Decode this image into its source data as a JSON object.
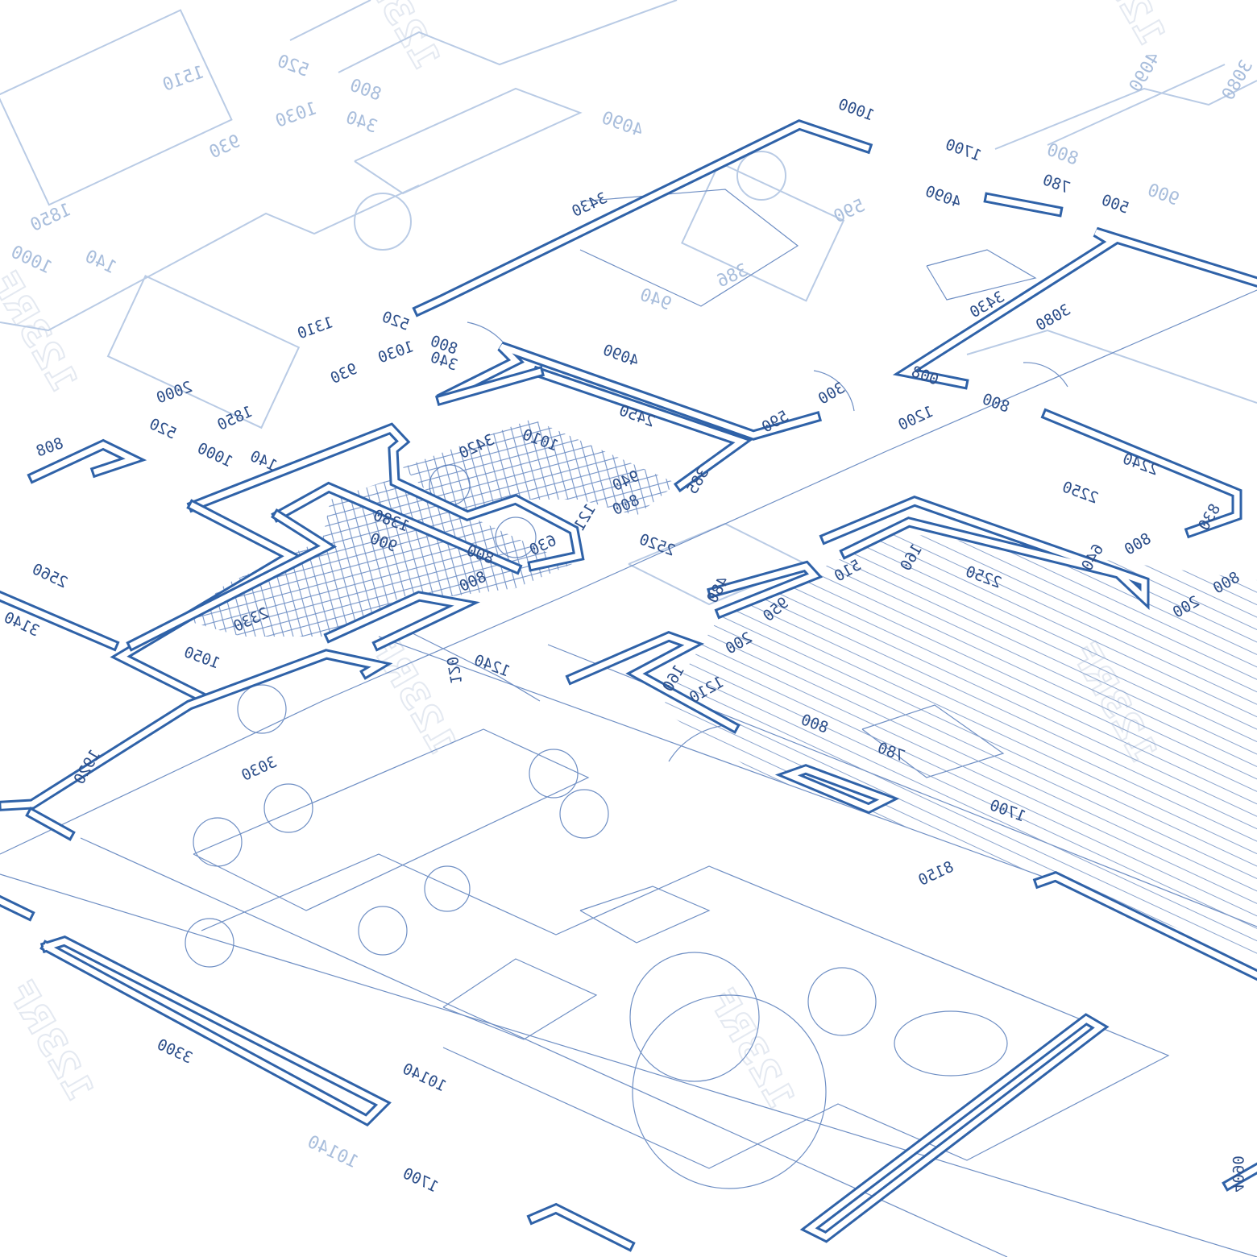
{
  "colors": {
    "background": "#ffffff",
    "walls": "#2f62a8",
    "thin_lines": "#6f8fc4",
    "faded_lines": "#b9cbe5",
    "dimension_text": "#2d4f8a"
  },
  "watermark": "123RF",
  "dimensions": {
    "main": [
      "1000",
      "1700",
      "4090",
      "3430",
      "3430",
      "4090",
      "2450",
      "1010",
      "3420",
      "2250",
      "2250",
      "1380",
      "900",
      "800",
      "630",
      "800",
      "2330",
      "1050",
      "1240",
      "120",
      "1210",
      "800",
      "780",
      "1700",
      "8150",
      "3030",
      "1920",
      "3300",
      "10140",
      "10140",
      "1700",
      "4090",
      "2000",
      "1850",
      "1000",
      "140",
      "520",
      "808",
      "1310",
      "520",
      "1030",
      "800",
      "340",
      "930",
      "2520",
      "2560",
      "3140",
      "480",
      "950",
      "510",
      "160",
      "200",
      "160",
      "008",
      "300",
      "1200",
      "800",
      "590",
      "3080",
      "780",
      "500",
      "2240",
      "830",
      "800",
      "640",
      "200",
      "800",
      "940",
      "385",
      "800",
      "121"
    ],
    "faded": [
      "1510",
      "520",
      "800",
      "1030",
      "340",
      "4090",
      "930",
      "1850",
      "1000",
      "140",
      "590",
      "386",
      "940",
      "800",
      "900",
      "3080",
      "4090"
    ]
  }
}
